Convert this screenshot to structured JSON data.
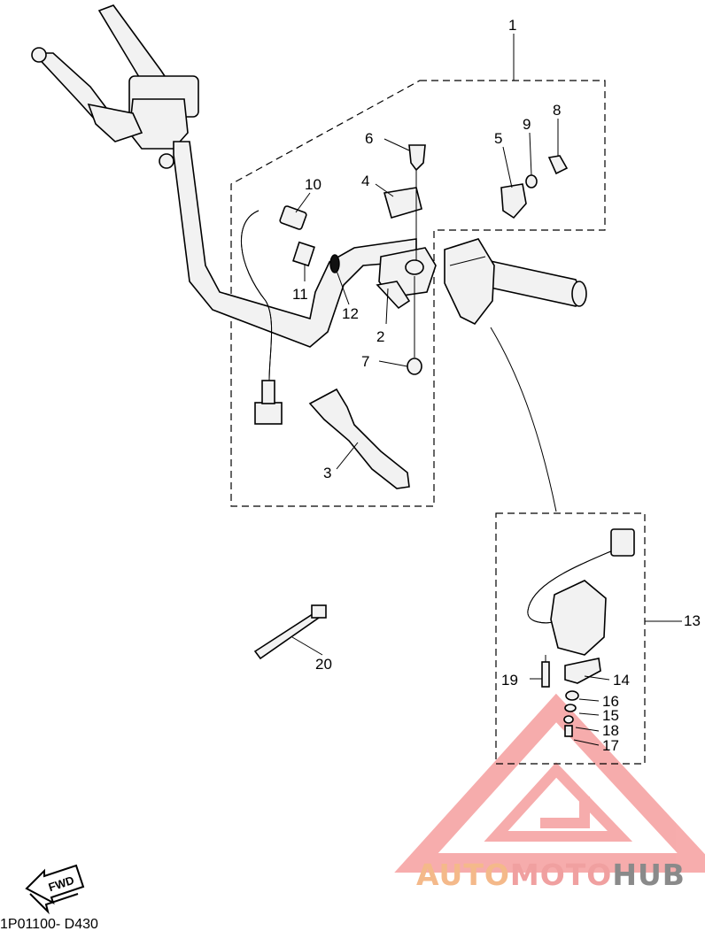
{
  "diagram": {
    "callouts": [
      "1",
      "2",
      "3",
      "4",
      "5",
      "6",
      "7",
      "8",
      "9",
      "10",
      "11",
      "12",
      "13",
      "14",
      "15",
      "16",
      "17",
      "18",
      "19",
      "20"
    ],
    "diagram_code": "1P01100- D430",
    "direction_label": "FWD"
  },
  "watermark": {
    "word_part1": "AUTO",
    "word_part2": "MOTO",
    "word_part3": "HUB",
    "colors": {
      "auto": "#f4b98a",
      "moto": "#f0a0a0",
      "hub": "#8a8a8a",
      "triangle": "#f06a6a"
    }
  }
}
